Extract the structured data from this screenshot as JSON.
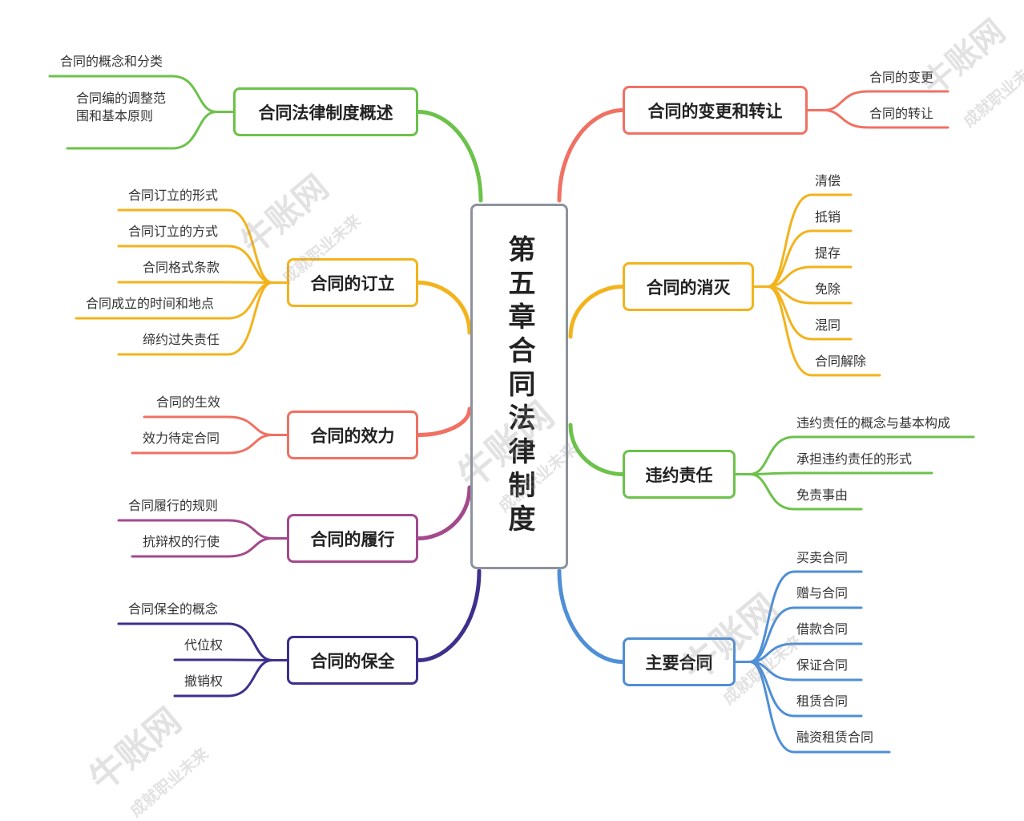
{
  "root": {
    "title": "第五章合同法律制度",
    "color": "#8c939c"
  },
  "branches": [
    {
      "id": "overview",
      "label": "合同法律制度概述",
      "color": "#6cc24a",
      "leaves": [
        "合同的概念和分类",
        "合同编的调整范围和基本原则"
      ]
    },
    {
      "id": "formation",
      "label": "合同的订立",
      "color": "#f3b31c",
      "leaves": [
        "合同订立的形式",
        "合同订立的方式",
        "合同格式条款",
        "合同成立的时间和地点",
        "缔约过失责任"
      ]
    },
    {
      "id": "validity",
      "label": "合同的效力",
      "color": "#f07163",
      "leaves": [
        "合同的生效",
        "效力待定合同"
      ]
    },
    {
      "id": "performance",
      "label": "合同的履行",
      "color": "#a34a8c",
      "leaves": [
        "合同履行的规则",
        "抗辩权的行使"
      ]
    },
    {
      "id": "preservation",
      "label": "合同的保全",
      "color": "#3f2f8c",
      "leaves": [
        "合同保全的概念",
        "代位权",
        "撤销权"
      ]
    },
    {
      "id": "change",
      "label": "合同的变更和转让",
      "color": "#f07163",
      "leaves": [
        "合同的变更",
        "合同的转让"
      ]
    },
    {
      "id": "termination",
      "label": "合同的消灭",
      "color": "#f3b31c",
      "leaves": [
        "清偿",
        "抵销",
        "提存",
        "免除",
        "混同",
        "合同解除"
      ]
    },
    {
      "id": "liability",
      "label": "违约责任",
      "color": "#6cc24a",
      "leaves": [
        "违约责任的概念与基本构成",
        "承担违约责任的形式",
        "免责事由"
      ]
    },
    {
      "id": "contracts",
      "label": "主要合同",
      "color": "#4f8fd6",
      "leaves": [
        "买卖合同",
        "赠与合同",
        "借款合同",
        "保证合同",
        "租赁合同",
        "融资租赁合同"
      ]
    }
  ],
  "watermark": {
    "logo_text": "牛账网",
    "slogan": "成就职业未来"
  }
}
